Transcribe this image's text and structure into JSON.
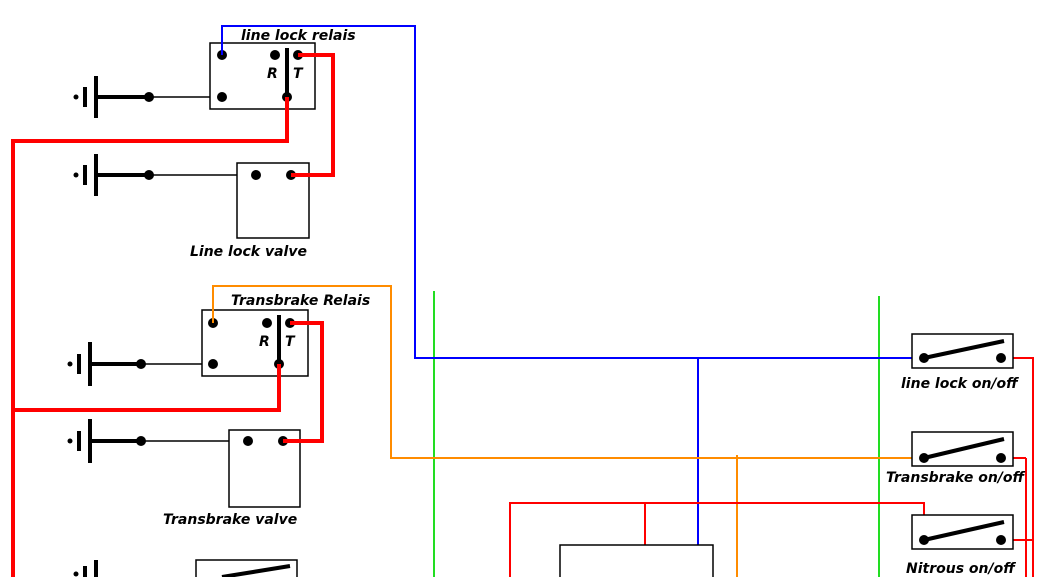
{
  "diagram": {
    "labels": {
      "line_lock_relais": "line lock relais",
      "line_lock_valve": "Line lock valve",
      "transbrake_relais": "Transbrake Relais",
      "transbrake_valve": "Transbrake valve",
      "line_lock_switch": "line lock on/off",
      "transbrake_switch": "Transbrake on/off",
      "nitrous_switch": "Nitrous on/off",
      "relay_r": "R",
      "relay_t": "T"
    },
    "wire_colors": {
      "power": "#ff0000",
      "line_lock_signal": "#0000ff",
      "transbrake_signal": "#ff8c00",
      "green": "#00cc00",
      "ground": "#000000"
    }
  }
}
